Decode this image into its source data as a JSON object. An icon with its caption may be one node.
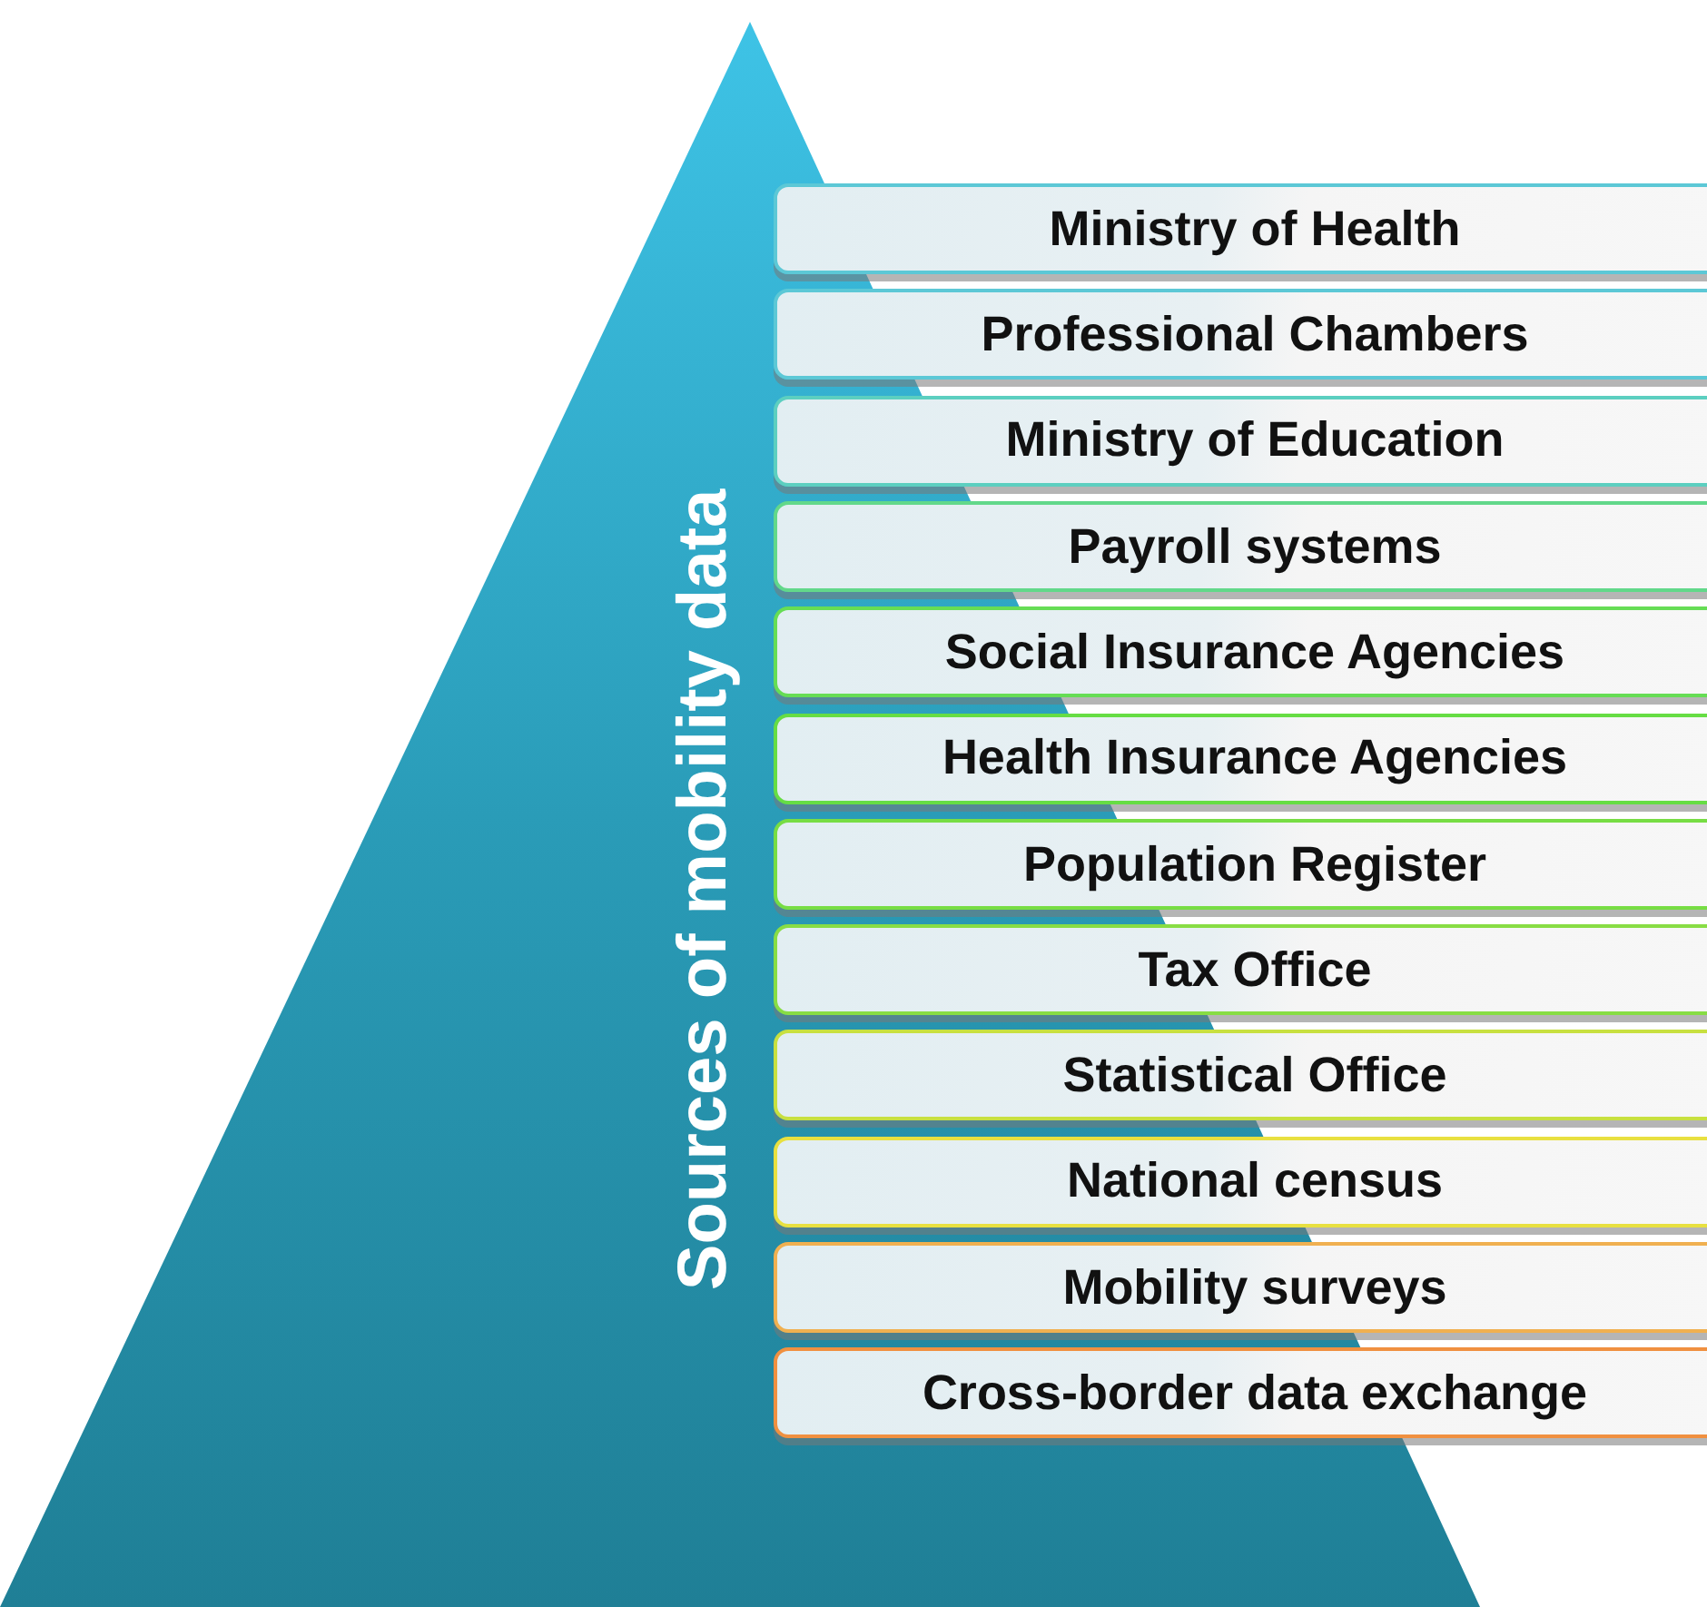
{
  "diagram": {
    "nodes": [
      {
        "text": [
          "Sources of mobility data"
        ]
      },
      {
        "text": [
          "Ministry of Health"
        ]
      },
      {
        "text": [
          "Professional Chambers"
        ]
      },
      {
        "text": [
          "Ministry of Education"
        ]
      },
      {
        "text": [
          "Payroll systems"
        ]
      },
      {
        "text": [
          "Social Insurance Agencies"
        ]
      },
      {
        "text": [
          "Health Insurance Agencies"
        ]
      },
      {
        "text": [
          "Population Register"
        ]
      },
      {
        "text": [
          "Tax Office"
        ]
      },
      {
        "text": [
          "Statistical Office"
        ]
      },
      {
        "text": [
          "National census"
        ]
      },
      {
        "text": [
          "Mobility surveys"
        ]
      },
      {
        "text": [
          "Cross-border data exchange"
        ]
      }
    ]
  }
}
